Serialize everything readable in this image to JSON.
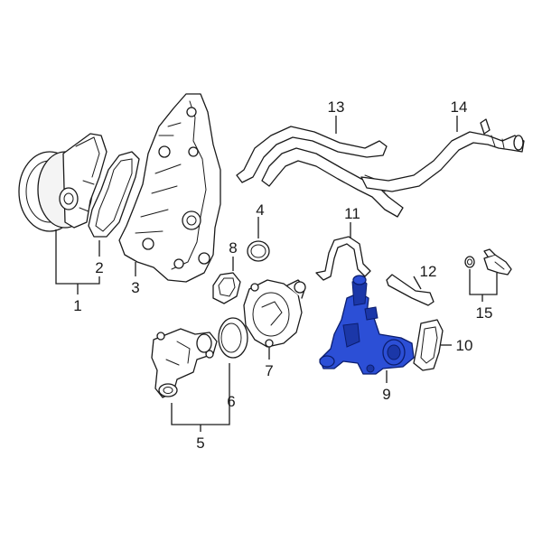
{
  "callouts": {
    "c1": "1",
    "c2": "2",
    "c3": "3",
    "c4": "4",
    "c5": "5",
    "c6": "6",
    "c7": "7",
    "c8": "8",
    "c9": "9",
    "c10": "10",
    "c11": "11",
    "c12": "12",
    "c13": "13",
    "c14": "14",
    "c15": "15"
  },
  "colors": {
    "highlight": "#2c4fd6",
    "line": "#1a1a1a",
    "background": "#ffffff"
  }
}
